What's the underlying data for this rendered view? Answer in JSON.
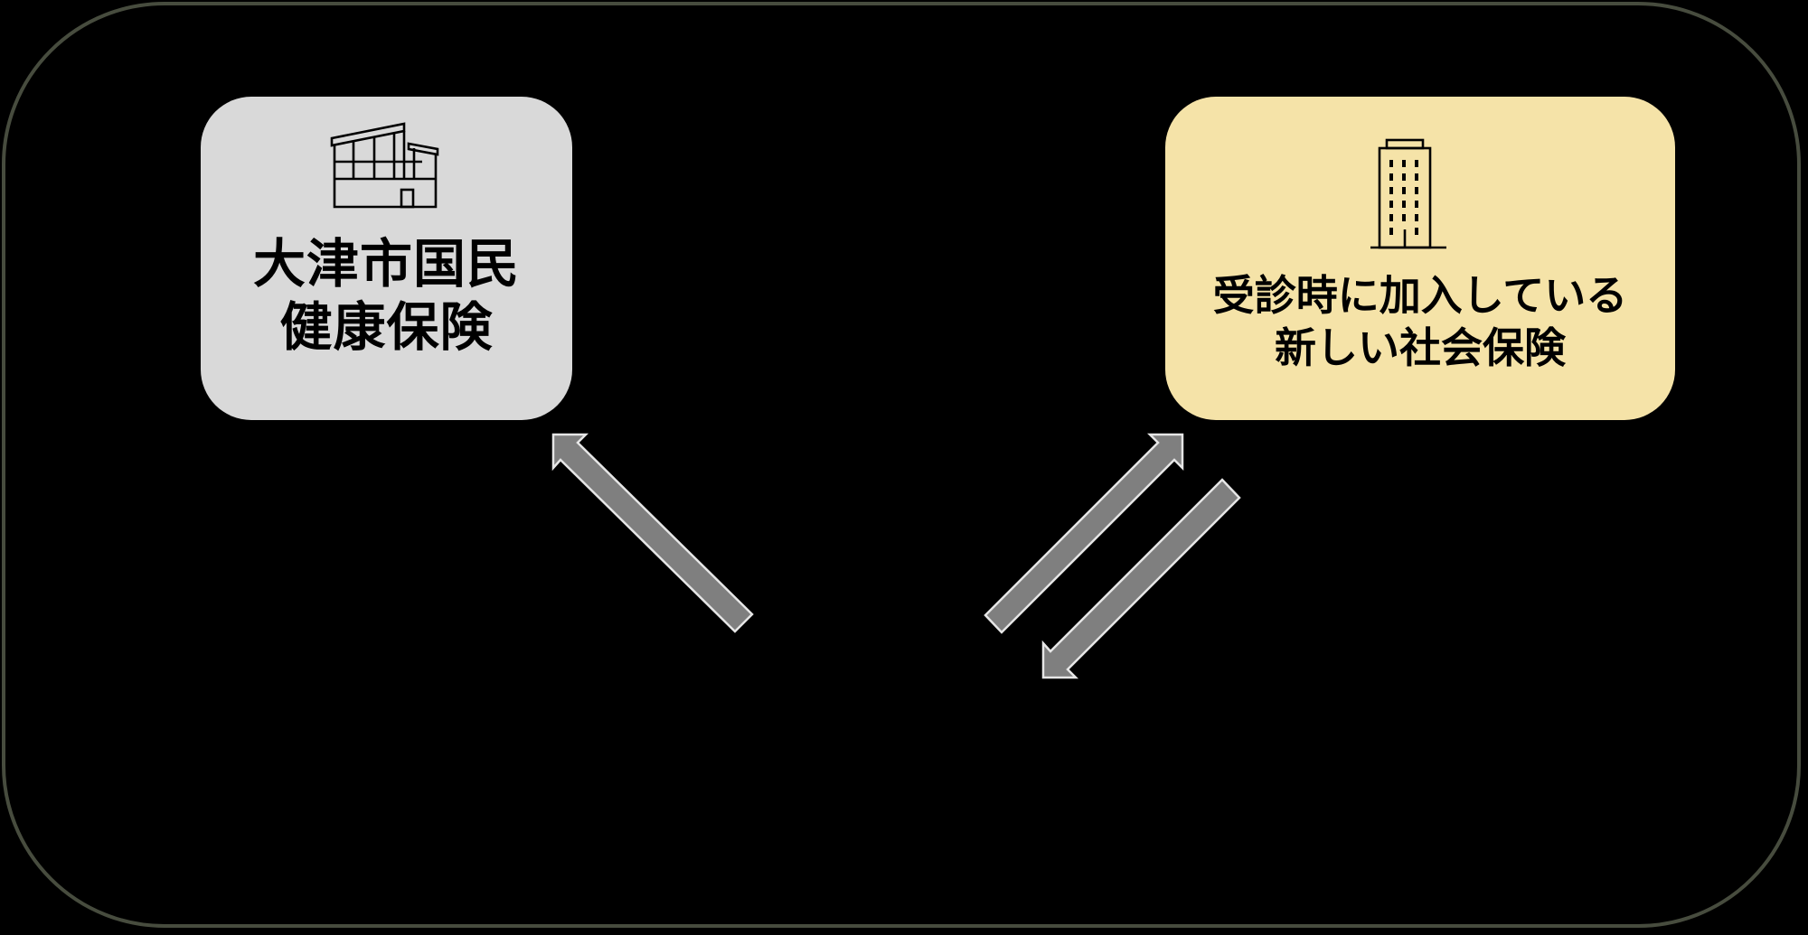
{
  "diagram": {
    "left_node": {
      "icon": "factory-building-icon",
      "lines": [
        "大津市国民",
        "健康保険"
      ],
      "fill": "#d9d9d9"
    },
    "right_node": {
      "icon": "office-tower-icon",
      "lines": [
        "受診時に加入している",
        "新しい社会保険"
      ],
      "fill": "#f5e3a8"
    },
    "arrows": [
      {
        "name": "arrow-to-national-insurance",
        "direction": "up-left"
      },
      {
        "name": "arrow-to-social-insurance",
        "direction": "up-right"
      },
      {
        "name": "arrow-from-social-insurance",
        "direction": "down-left"
      }
    ],
    "colors": {
      "background": "#000000",
      "frame_border": "#474c3e",
      "arrow_fill": "#7f7f7f",
      "arrow_stroke": "#e6e6e6"
    }
  }
}
